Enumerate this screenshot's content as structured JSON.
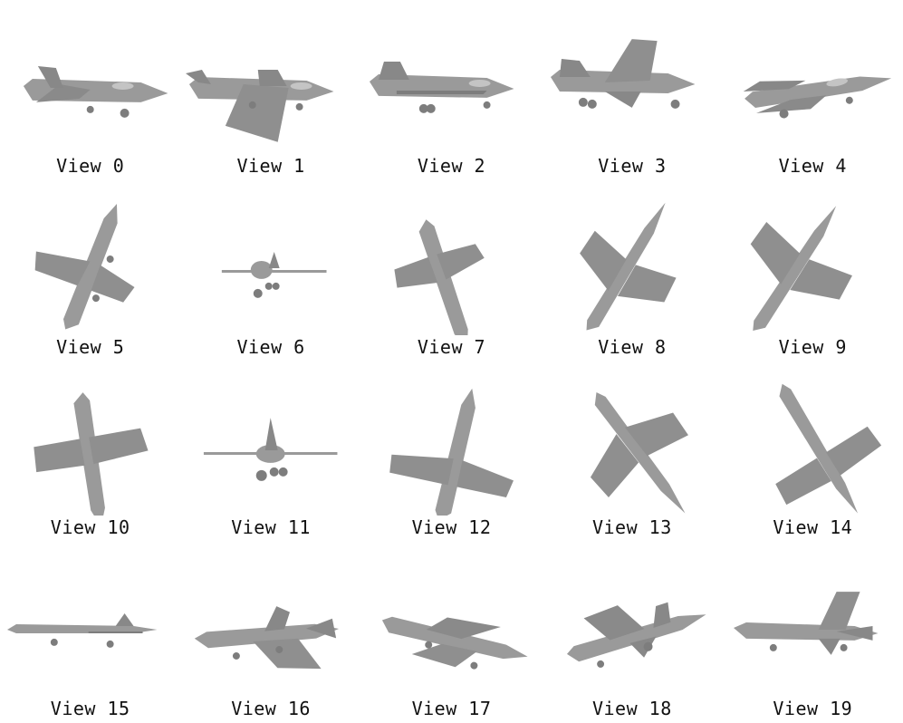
{
  "figure": {
    "views": [
      {
        "label": "View 0"
      },
      {
        "label": "View 1"
      },
      {
        "label": "View 2"
      },
      {
        "label": "View 3"
      },
      {
        "label": "View 4"
      },
      {
        "label": "View 5"
      },
      {
        "label": "View 6"
      },
      {
        "label": "View 7"
      },
      {
        "label": "View 8"
      },
      {
        "label": "View 9"
      },
      {
        "label": "View 10"
      },
      {
        "label": "View 11"
      },
      {
        "label": "View 12"
      },
      {
        "label": "View 13"
      },
      {
        "label": "View 14"
      },
      {
        "label": "View 15"
      },
      {
        "label": "View 16"
      },
      {
        "label": "View 17"
      },
      {
        "label": "View 18"
      },
      {
        "label": "View 19"
      }
    ],
    "colors": {
      "model_fill": "#9a9a9a",
      "model_shade": "#7d7d7d",
      "model_highlight": "#c4c4c4",
      "background": "#ffffff",
      "label_text": "#111111"
    }
  }
}
